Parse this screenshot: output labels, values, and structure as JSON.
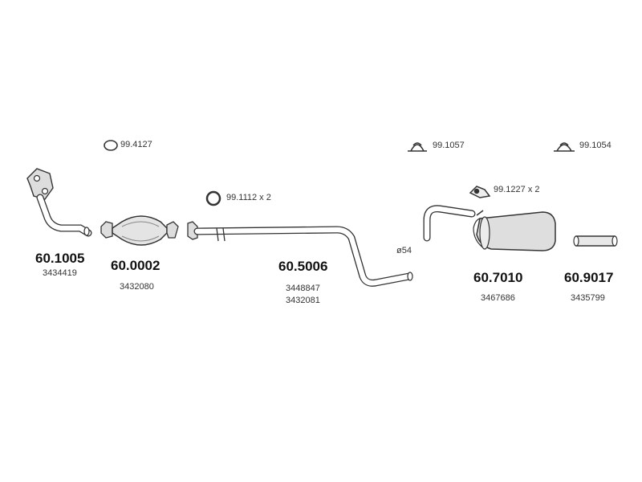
{
  "parts": [
    {
      "id": "front-pipe",
      "number": "60.1005",
      "oem": [
        "3434419"
      ]
    },
    {
      "id": "catalytic-converter",
      "number": "60.0002",
      "oem": [
        "3432080"
      ]
    },
    {
      "id": "middle-pipe",
      "number": "60.5006",
      "oem": [
        "3448847",
        "3432081"
      ]
    },
    {
      "id": "rear-silencer",
      "number": "60.7010",
      "oem": [
        "3467686"
      ]
    },
    {
      "id": "tail-pipe",
      "number": "60.9017",
      "oem": [
        "3435799"
      ]
    }
  ],
  "accessories": {
    "gasket_ring": "99.4127",
    "gasket_seal": "99.1112 x 2",
    "clamp_a": "99.1057",
    "clamp_b": "99.1054",
    "mount": "99.1227 x 2"
  },
  "dimension": "ø54"
}
